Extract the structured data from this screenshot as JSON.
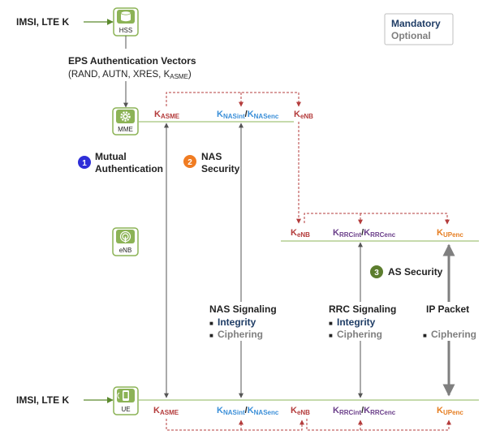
{
  "legend": {
    "mandatory": "Mandatory",
    "optional": "Optional"
  },
  "inputs": {
    "hss_input": "IMSI, LTE K",
    "ue_input": "IMSI, LTE K"
  },
  "nodes": {
    "hss": "HSS",
    "mme": "MME",
    "enb": "eNB",
    "ue": "UE"
  },
  "eps": {
    "title": "EPS Authentication Vectors",
    "line2_prefix": "(RAND, AUTN, XRES, K",
    "line2_sub": "ASME",
    "line2_suffix": ")"
  },
  "keys": {
    "K": "K",
    "slash": "/",
    "asme": "ASME",
    "nasint": "NASint",
    "nasenc": "NASenc",
    "enb": "eNB",
    "rrcint": "RRCint",
    "rrcenc": "RRCenc",
    "upenc": "UPenc"
  },
  "steps": [
    {
      "num": "1",
      "line1": "Mutual",
      "line2": "Authentication"
    },
    {
      "num": "2",
      "line1": "NAS",
      "line2": "Security"
    },
    {
      "num": "3",
      "line1": "AS Security",
      "line2": ""
    }
  ],
  "nas_signaling": {
    "title": "NAS Signaling",
    "bullet": "■",
    "integrity": "Integrity",
    "ciphering": "Ciphering"
  },
  "rrc_signaling": {
    "title": "RRC Signaling",
    "bullet": "■",
    "integrity": "Integrity",
    "ciphering": "Ciphering"
  },
  "ip_packet": {
    "title": "IP Packet",
    "bullet": "■",
    "ciphering": "Ciphering"
  },
  "colors": {
    "red": "#b43c3c",
    "blue": "#3b8fd8",
    "purple": "#6b3f8a",
    "orange": "#e67e22",
    "green": "#8cb356",
    "navy": "#1f3d66",
    "gray": "#7f7f7f",
    "step1": "#2e2ed8",
    "step2": "#f07c22",
    "step3": "#5c7d2e"
  }
}
